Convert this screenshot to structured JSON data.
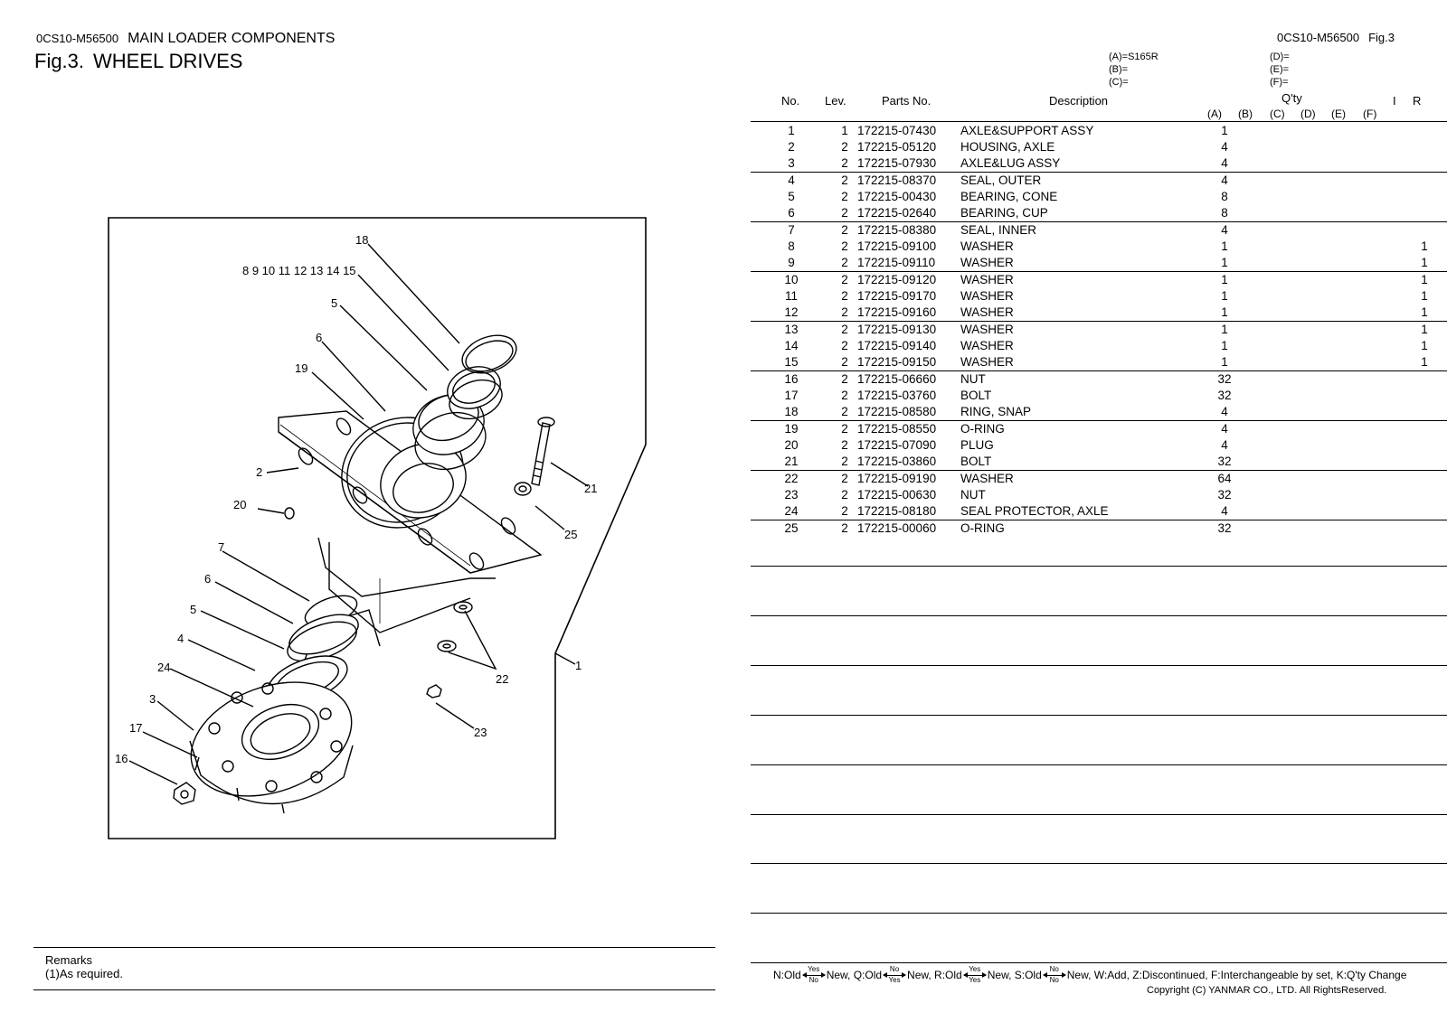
{
  "header": {
    "code_left": "0CS10-M56500",
    "section": "MAIN LOADER COMPONENTS",
    "fig_no": "Fig.3.",
    "fig_name": "WHEEL DRIVES",
    "code_right": "0CS10-M56500",
    "fig_ref": "Fig.3"
  },
  "models": [
    "(A)=S165R",
    "(B)=",
    "(C)=",
    "(D)=",
    "(E)=",
    "(F)="
  ],
  "table": {
    "headers": {
      "no": "No.",
      "lev": "Lev.",
      "parts_no": "Parts No.",
      "description": "Description",
      "qty": "Q'ty",
      "i": "I",
      "r": "R"
    },
    "qty_cols": [
      "(A)",
      "(B)",
      "(C)",
      "(D)",
      "(E)",
      "(F)"
    ],
    "rows": [
      {
        "no": "1",
        "lev": "1",
        "part": "172215-07430",
        "desc": "AXLE&SUPPORT ASSY",
        "qa": "1",
        "r": ""
      },
      {
        "no": "2",
        "lev": "2",
        "part": "172215-05120",
        "desc": "HOUSING, AXLE",
        "qa": "4",
        "r": ""
      },
      {
        "no": "3",
        "lev": "2",
        "part": "172215-07930",
        "desc": "AXLE&LUG ASSY",
        "qa": "4",
        "r": ""
      },
      {
        "no": "4",
        "lev": "2",
        "part": "172215-08370",
        "desc": "SEAL, OUTER",
        "qa": "4",
        "r": ""
      },
      {
        "no": "5",
        "lev": "2",
        "part": "172215-00430",
        "desc": "BEARING, CONE",
        "qa": "8",
        "r": ""
      },
      {
        "no": "6",
        "lev": "2",
        "part": "172215-02640",
        "desc": "BEARING, CUP",
        "qa": "8",
        "r": ""
      },
      {
        "no": "7",
        "lev": "2",
        "part": "172215-08380",
        "desc": "SEAL, INNER",
        "qa": "4",
        "r": ""
      },
      {
        "no": "8",
        "lev": "2",
        "part": "172215-09100",
        "desc": "WASHER",
        "qa": "1",
        "r": "1"
      },
      {
        "no": "9",
        "lev": "2",
        "part": "172215-09110",
        "desc": "WASHER",
        "qa": "1",
        "r": "1"
      },
      {
        "no": "10",
        "lev": "2",
        "part": "172215-09120",
        "desc": "WASHER",
        "qa": "1",
        "r": "1"
      },
      {
        "no": "11",
        "lev": "2",
        "part": "172215-09170",
        "desc": "WASHER",
        "qa": "1",
        "r": "1"
      },
      {
        "no": "12",
        "lev": "2",
        "part": "172215-09160",
        "desc": "WASHER",
        "qa": "1",
        "r": "1"
      },
      {
        "no": "13",
        "lev": "2",
        "part": "172215-09130",
        "desc": "WASHER",
        "qa": "1",
        "r": "1"
      },
      {
        "no": "14",
        "lev": "2",
        "part": "172215-09140",
        "desc": "WASHER",
        "qa": "1",
        "r": "1"
      },
      {
        "no": "15",
        "lev": "2",
        "part": "172215-09150",
        "desc": "WASHER",
        "qa": "1",
        "r": "1"
      },
      {
        "no": "16",
        "lev": "2",
        "part": "172215-06660",
        "desc": "NUT",
        "qa": "32",
        "r": ""
      },
      {
        "no": "17",
        "lev": "2",
        "part": "172215-03760",
        "desc": "BOLT",
        "qa": "32",
        "r": ""
      },
      {
        "no": "18",
        "lev": "2",
        "part": "172215-08580",
        "desc": "RING, SNAP",
        "qa": "4",
        "r": ""
      },
      {
        "no": "19",
        "lev": "2",
        "part": "172215-08550",
        "desc": "O-RING",
        "qa": "4",
        "r": ""
      },
      {
        "no": "20",
        "lev": "2",
        "part": "172215-07090",
        "desc": "PLUG",
        "qa": "4",
        "r": ""
      },
      {
        "no": "21",
        "lev": "2",
        "part": "172215-03860",
        "desc": "BOLT",
        "qa": "32",
        "r": ""
      },
      {
        "no": "22",
        "lev": "2",
        "part": "172215-09190",
        "desc": "WASHER",
        "qa": "64",
        "r": ""
      },
      {
        "no": "23",
        "lev": "2",
        "part": "172215-00630",
        "desc": "NUT",
        "qa": "32",
        "r": ""
      },
      {
        "no": "24",
        "lev": "2",
        "part": "172215-08180",
        "desc": "SEAL PROTECTOR, AXLE",
        "qa": "4",
        "r": ""
      },
      {
        "no": "25",
        "lev": "2",
        "part": "172215-00060",
        "desc": "O-RING",
        "qa": "32",
        "r": ""
      }
    ]
  },
  "remarks": {
    "title": "Remarks",
    "line1": "(1)As required."
  },
  "legend": {
    "n1": "N:Old",
    "n2": "New, Q:Old",
    "n3": "New, R:Old",
    "n4": "New, S:Old",
    "n5": "New, W:Add, Z:Discontinued, F:Interchangeable by set, K:Q'ty Change",
    "yes": "Yes",
    "no": "No"
  },
  "copyright": "Copyright (C)  YANMAR CO., LTD. All RightsReserved.",
  "diagram_labels": {
    "l1": "1",
    "l2": "2",
    "l3": "3",
    "l4": "4",
    "l5a": "5",
    "l5b": "5",
    "l6a": "6",
    "l6b": "6",
    "l7": "7",
    "l8_15": "8 9 10 11 12 13 14 15",
    "l16": "16",
    "l17": "17",
    "l18": "18",
    "l19": "19",
    "l20": "20",
    "l21": "21",
    "l22": "22",
    "l23": "23",
    "l24": "24",
    "l25": "25"
  }
}
